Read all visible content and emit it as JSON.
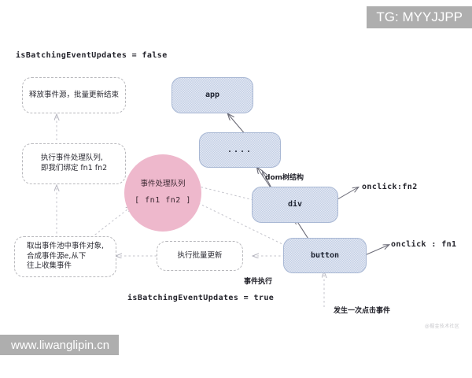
{
  "diagram": {
    "title_note_top": "isBatchingEventUpdates = false",
    "title_note_bottom": "isBatchingEventUpdates = true",
    "notes": [
      {
        "id": "release",
        "lines": [
          "释放事件源，批量更新结束"
        ]
      },
      {
        "id": "run-queue",
        "lines": [
          "执行事件处理队列,",
          "即我们绑定 fn1 fn2"
        ]
      },
      {
        "id": "collect",
        "lines": [
          "取出事件池中事件对象,",
          "合成事件源e,从下",
          "往上收集事件"
        ]
      },
      {
        "id": "batch-update",
        "lines": [
          "执行批量更新"
        ]
      }
    ],
    "dom_nodes": [
      {
        "id": "app",
        "label": "app"
      },
      {
        "id": "ellipsis",
        "label": "...."
      },
      {
        "id": "div",
        "label": "div"
      },
      {
        "id": "button",
        "label": "button"
      }
    ],
    "queue": {
      "title": "事件处理队列",
      "array": "[ fn1 fn2 ]"
    },
    "edge_labels": [
      {
        "id": "dom-tree",
        "text": "dom树结构"
      },
      {
        "id": "onclick-fn2",
        "text": "onclick:fn2"
      },
      {
        "id": "onclick-fn1",
        "text": "onclick : fn1"
      },
      {
        "id": "event-exec",
        "text": "事件执行"
      },
      {
        "id": "click-once",
        "text": "发生一次点击事件"
      }
    ],
    "colors": {
      "dom_fill": "#c3cfe5",
      "dom_stroke": "#a9b8d4",
      "queue_fill": "#eeb8cc",
      "note_stroke": "#b9b9bd",
      "arrow_solid": "#6b6b77",
      "arrow_dashed": "#c0c0c8",
      "text": "#23232b",
      "watermark_band": "#aeaeae"
    }
  },
  "watermarks": {
    "tg": "TG: MYYJJPP",
    "site": "www.liwanglipin.cn",
    "corner": "@掘金技术社区"
  }
}
